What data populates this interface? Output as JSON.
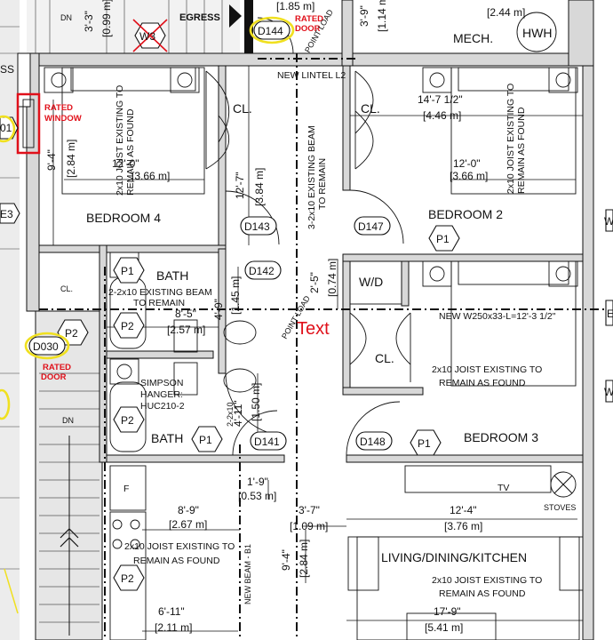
{
  "rooms": {
    "bedroom4": "BEDROOM 4",
    "bedroom2": "BEDROOM 2",
    "bedroom3": "BEDROOM 3",
    "bath_upper": "BATH",
    "bath_lower": "BATH",
    "living": "LIVING/DINING/KITCHEN",
    "mech": "MECH.",
    "egress": "EGRESS",
    "closet": "CL.",
    "wd": "W/D",
    "hwh": "HWH",
    "tv": "TV",
    "stoves": "STOVES",
    "fridge": "F",
    "dn": "DN"
  },
  "doors": [
    "D144",
    "D143",
    "D142",
    "D147",
    "D141",
    "D148",
    "D030"
  ],
  "tags": {
    "p1": "P1",
    "p2": "P2",
    "w3": "W3",
    "e3": "E3",
    "e_edge": "E",
    "w_edge": "W",
    "d01": "01",
    "ss": "SS"
  },
  "dims": {
    "d_1_85": "[1.85 m]",
    "d_3_3": "3'-3\"",
    "d_0_99": "[0.99 m]",
    "d_3_9": "3'-9\"",
    "d_1_14": "[1.14 m",
    "d_2_44": "[2.44 m]",
    "d_14_7": "14'-7 1/2\"",
    "d_4_46": "[4.46 m]",
    "d_12_0a": "12'-0\"",
    "d_3_66a": "[3.66 m]",
    "d_12_0b": "12'-0\"",
    "d_3_66b": "[3.66 m]",
    "d_9_4a": "9'-4\"",
    "d_2_84a": "[2.84 m]",
    "d_12_7": "12'-7\"",
    "d_3_84": "[3.84 m]",
    "d_2_5": "2'-5\"",
    "d_0_74": "[0.74 m]",
    "d_4_9": "4'-9\"",
    "d_1_45": "[1.45 m]",
    "d_8_5": "8'-5\"",
    "d_2_57": "[2.57 m]",
    "d_4_11": "4'-11\"",
    "d_1_50": "[1.50 m]",
    "d_1_9": "1'-9\"",
    "d_0_53": "[0.53 m]",
    "d_8_9": "8'-9\"",
    "d_2_67": "[2.67 m]",
    "d_3_7": "3'-7\"",
    "d_1_09": "[1.09 m]",
    "d_12_4": "12'-4\"",
    "d_3_76": "[3.76 m]",
    "d_9_4b": "9'-4\"",
    "d_2_84b": "[2.84 m]",
    "d_6_11": "6'-11\"",
    "d_2_11": "[2.11 m]",
    "d_17_9": "17'-9\"",
    "d_5_41": "[5.41 m]"
  },
  "notes": {
    "rated_door": [
      "RATED",
      "DOOR"
    ],
    "rated_window": [
      "RATED",
      "WINDOW"
    ],
    "new_lintel": "NEW LINTEL L2",
    "joist_1": [
      "2x10 JOIST EXISTING TO",
      "REMAIN AS FOUND"
    ],
    "joist_2": [
      "2x10 JOIST EXISTING TO",
      "REMAIN AS FOUND"
    ],
    "beam_existing": [
      "3-2x10 EXISTING BEAM",
      "TO REMAIN"
    ],
    "beam_bath": [
      "2-2x10 EXISTING BEAM",
      "TO REMAIN"
    ],
    "new_beam": "NEW W250x33-L=12'-3 1/2\"",
    "joist_3": [
      "2x10 JOIST EXISTING TO",
      "REMAIN AS FOUND"
    ],
    "simpson": [
      "SIMPSON",
      "HANGER:",
      "HUC210-2"
    ],
    "joist_4": [
      "2x10 JOIST EXISTING TO",
      "REMAIN AS FOUND"
    ],
    "joist_5": [
      "2x10 JOIST EXISTING TO",
      "REMAIN AS FOUND"
    ],
    "point_load_1": "POINT LOAD",
    "point_load_2": "POINT LOAD",
    "new_beam_b1": "NEW BEAM - B1",
    "two_2x10": "2-2x10",
    "text_red": "Text"
  }
}
